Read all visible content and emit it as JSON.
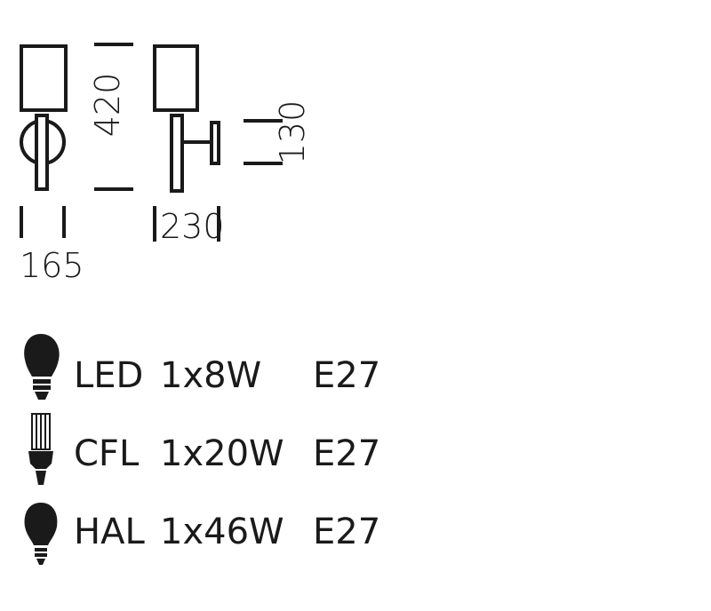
{
  "dimensions": {
    "height": "420",
    "width_front": "165",
    "depth": "230",
    "backplate_height": "130"
  },
  "bulbs": [
    {
      "icon": "led-bulb-icon",
      "type": "LED",
      "power": "1x8W",
      "socket": "E27"
    },
    {
      "icon": "cfl-bulb-icon",
      "type": "CFL",
      "power": "1x20W",
      "socket": "E27"
    },
    {
      "icon": "halogen-bulb-icon",
      "type": "HAL",
      "power": "1x46W",
      "socket": "E27"
    }
  ]
}
